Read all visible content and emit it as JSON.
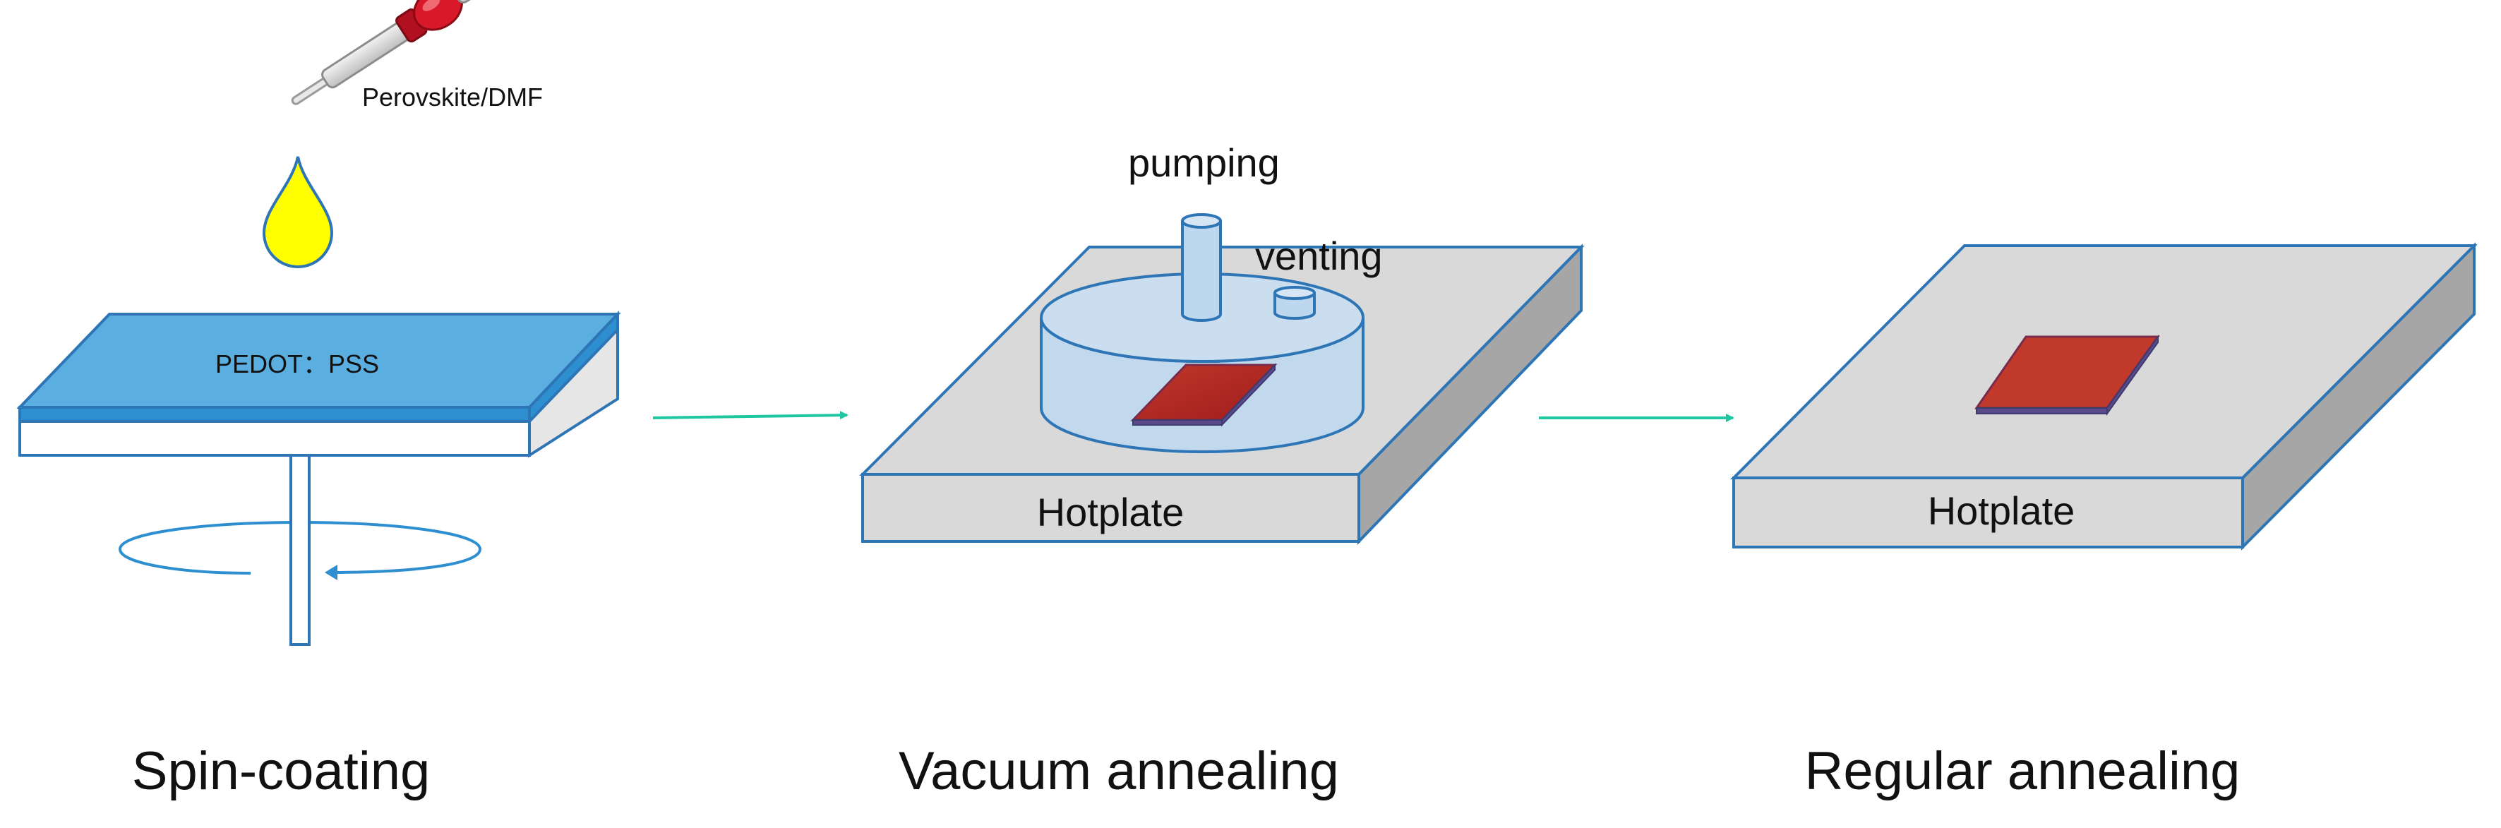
{
  "labels": {
    "perovskite_dmf": "Perovskite/DMF",
    "pedot_pss": "PEDOT：PSS",
    "pumping": "pumping",
    "venting": "venting",
    "hotplate_vacuum": "Hotplate",
    "hotplate_regular": "Hotplate"
  },
  "stages": {
    "spin_coating": "Spin-coating",
    "vacuum_annealing": "Vacuum annealing",
    "regular_annealing": "Regular annealing"
  },
  "colors": {
    "pedot_layer": "#5aaee0",
    "pedot_edge": "#2e8fd0",
    "outline": "#2e75b6",
    "droplet": "#ffff00",
    "hotplate_top": "#d9d9d9",
    "hotplate_side": "#a6a6a6",
    "chamber": "#bdd7ee",
    "substrate": "#c00000",
    "arrow": "#1fc7a0",
    "dropper_bulb": "#d8192a"
  }
}
